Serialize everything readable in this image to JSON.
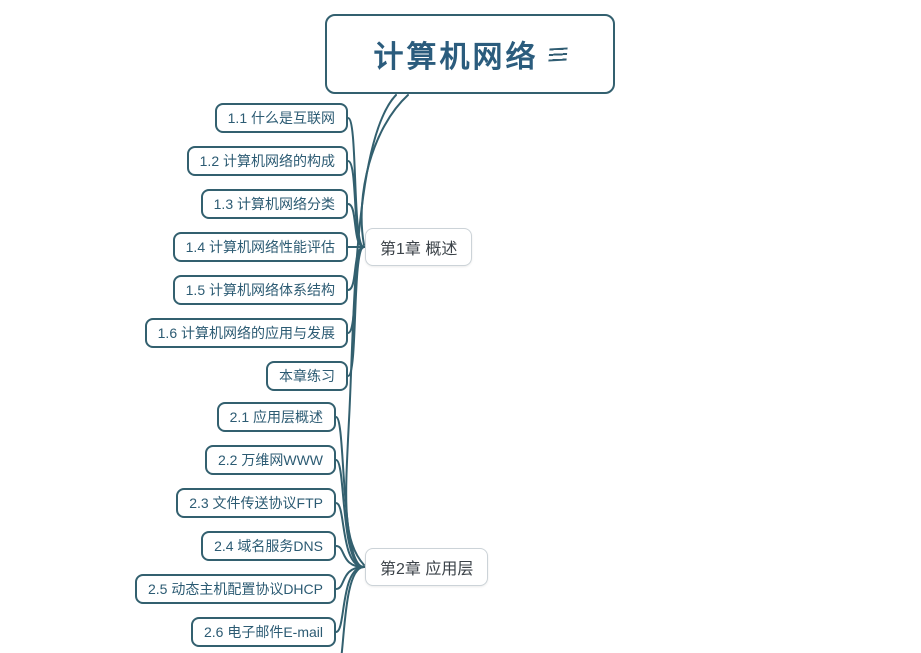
{
  "root": {
    "label": "计算机网络",
    "icon": "menu-icon"
  },
  "chapters": [
    {
      "label": "第1章 概述",
      "children": [
        "1.1 什么是互联网",
        "1.2 计算机网络的构成",
        "1.3 计算机网络分类",
        "1.4 计算机网络性能评估",
        "1.5 计算机网络体系结构",
        "1.6 计算机网络的应用与发展",
        "本章练习"
      ]
    },
    {
      "label": "第2章 应用层",
      "children": [
        "2.1 应用层概述",
        "2.2 万维网WWW",
        "2.3 文件传送协议FTP",
        "2.4 域名服务DNS",
        "2.5 动态主机配置协议DHCP",
        "2.6 电子邮件E-mail"
      ]
    }
  ],
  "colors": {
    "accent": "#305d73",
    "node_border": "#33606f",
    "chapter_border": "#ccd3d8",
    "chapter_text": "#3b4248",
    "background": "#ffffff"
  }
}
